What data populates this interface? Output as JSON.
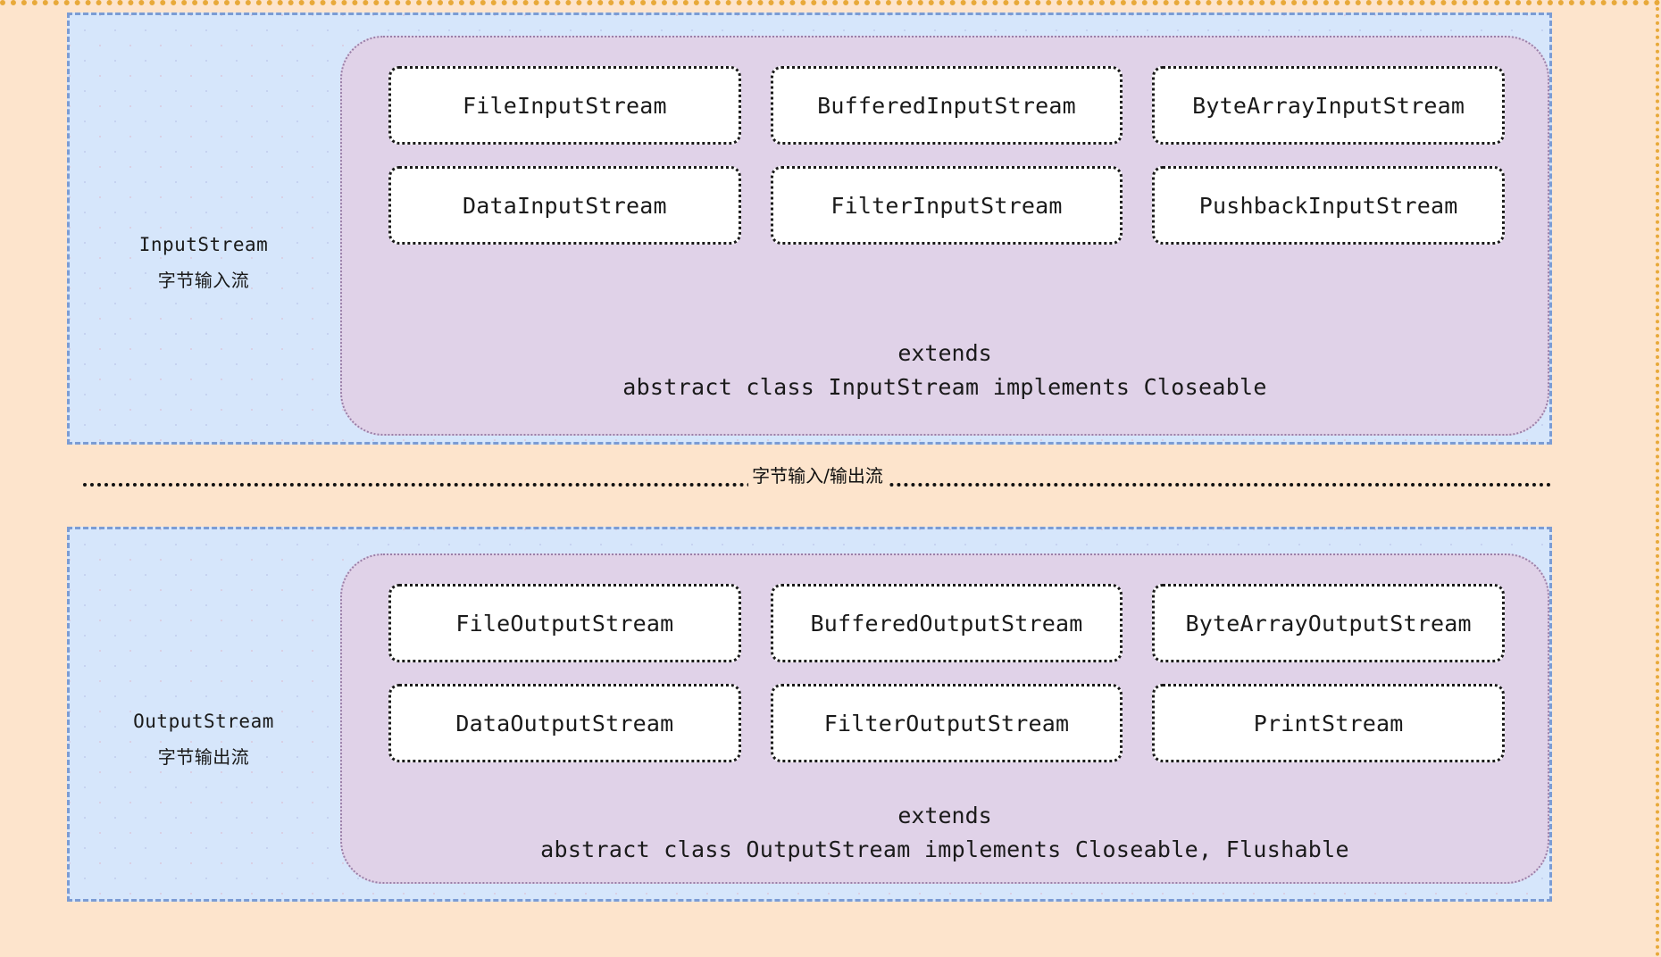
{
  "canvas": {
    "background_color": "#fde4cc",
    "border_color": "#e8a93a"
  },
  "divider": {
    "caption": "字节输入/输出流",
    "line_color": "#111111"
  },
  "sections": [
    {
      "id": "input",
      "label_en": "InputStream",
      "label_cn": "字节输入流",
      "panel_color": "#e0d2e8",
      "section_color": "#d6e6fb",
      "boxes": [
        "FileInputStream",
        "BufferedInputStream",
        "ByteArrayInputStream",
        "DataInputStream",
        "FilterInputStream",
        "PushbackInputStream"
      ],
      "extends_label": "extends",
      "signature": "abstract class InputStream implements Closeable"
    },
    {
      "id": "output",
      "label_en": "OutputStream",
      "label_cn": "字节输出流",
      "panel_color": "#e0d2e8",
      "section_color": "#d6e6fb",
      "boxes": [
        "FileOutputStream",
        "BufferedOutputStream",
        "ByteArrayOutputStream",
        "DataOutputStream",
        "FilterOutputStream",
        "PrintStream"
      ],
      "extends_label": "extends",
      "signature": "abstract class OutputStream implements Closeable, Flushable"
    }
  ]
}
